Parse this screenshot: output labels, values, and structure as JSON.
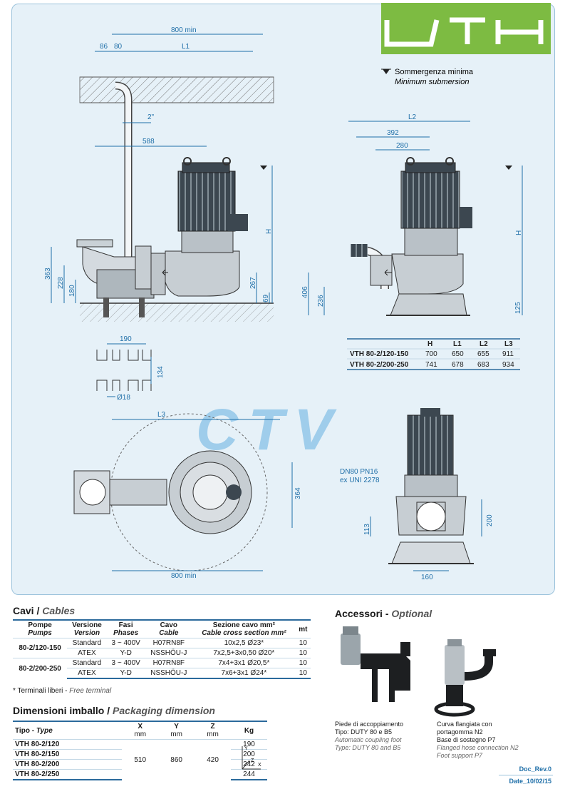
{
  "brand": {
    "logo_text": "VTH",
    "watermark": "CTV",
    "logo_color": "#7dbb42",
    "accent": "#2b6a9c"
  },
  "legend": {
    "line1": "Sommergenza minima",
    "line2": "Minimum submersion"
  },
  "dims": {
    "d800_top": "800 min",
    "d86": "86",
    "d80": "80",
    "L1": "L1",
    "d2in": "2\"",
    "d588": "588",
    "H": "H",
    "d363": "363",
    "d228": "228",
    "d180": "180",
    "d267": "267",
    "d69": "69",
    "L2": "L2",
    "d392": "392",
    "d280": "280",
    "d406": "406",
    "d236": "236",
    "d125": "125",
    "d190": "190",
    "d134": "134",
    "d18": "Ø18",
    "L3": "L3",
    "d364": "364",
    "d800_bot": "800 min",
    "dn80": "DN80 PN16",
    "exuni": "ex UNI 2278",
    "d113": "113",
    "d200": "200",
    "d160": "160"
  },
  "hl_table": {
    "headers": [
      "H",
      "L1",
      "L2",
      "L3"
    ],
    "rows": [
      {
        "model": "VTH 80-2/120-150",
        "values": [
          "700",
          "650",
          "655",
          "911"
        ]
      },
      {
        "model": "VTH 80-2/200-250",
        "values": [
          "741",
          "678",
          "683",
          "934"
        ]
      }
    ]
  },
  "cables": {
    "title": "Cavi /",
    "title_en": "Cables",
    "headers": {
      "pumps": "Pompe",
      "pumps_en": "Pumps",
      "version": "Versione",
      "version_en": "Version",
      "phases": "Fasi",
      "phases_en": "Phases",
      "cable": "Cavo",
      "cable_en": "Cable",
      "section": "Sezione cavo mm²",
      "section_en": "Cable cross section mm²",
      "mt": "mt"
    },
    "groups": [
      {
        "pump": "80-2/120-150",
        "rows": [
          {
            "version": "Standard",
            "phases": "3 ~ 400V",
            "cable": "H07RN8F",
            "section": "10x2,5 Ø23*",
            "mt": "10"
          },
          {
            "version": "ATEX",
            "phases": "Y-D",
            "cable": "NSSHÖU-J",
            "section": "7x2,5+3x0,50 Ø20*",
            "mt": "10"
          }
        ]
      },
      {
        "pump": "80-2/200-250",
        "rows": [
          {
            "version": "Standard",
            "phases": "3 ~ 400V",
            "cable": "H07RN8F",
            "section": "7x4+3x1 Ø20,5*",
            "mt": "10"
          },
          {
            "version": "ATEX",
            "phases": "Y-D",
            "cable": "NSSHÖU-J",
            "section": "7x6+3x1 Ø24*",
            "mt": "10"
          }
        ]
      }
    ],
    "note": "* Terminali liberi -",
    "note_en": "Free terminal"
  },
  "packaging": {
    "title": "Dimensioni imballo /",
    "title_en": "Packaging dimension",
    "headers": {
      "type": "Tipo -",
      "type_en": "Type",
      "x": "X",
      "y": "Y",
      "z": "Z",
      "unit": "mm",
      "kg": "Kg"
    },
    "rows": [
      {
        "type": "VTH 80-2/120",
        "kg": "190"
      },
      {
        "type": "VTH 80-2/150",
        "kg": "200"
      },
      {
        "type": "VTH 80-2/200",
        "kg": "242"
      },
      {
        "type": "VTH 80-2/250",
        "kg": "244"
      }
    ],
    "x": "510",
    "y": "860",
    "z": "420",
    "axes": {
      "x": "X",
      "y": "Y",
      "z": "Z"
    }
  },
  "accessories": {
    "title": "Accessori -",
    "title_en": "Optional",
    "item1": {
      "l1": "Piede di accoppiamento",
      "l2": "Tipo: DUTY 80 e B5",
      "l3": "Automatic coupling foot",
      "l4": "Type: DUTY 80 and B5"
    },
    "item2": {
      "l1": "Curva flangiata con",
      "l2": "portagomma N2",
      "l3": "Base di sostegno P7",
      "l4": "Flanged hose connection N2",
      "l5": "Foot support P7"
    }
  },
  "doc": {
    "rev": "Doc_Rev.0",
    "date": "Date_10/02/15"
  }
}
